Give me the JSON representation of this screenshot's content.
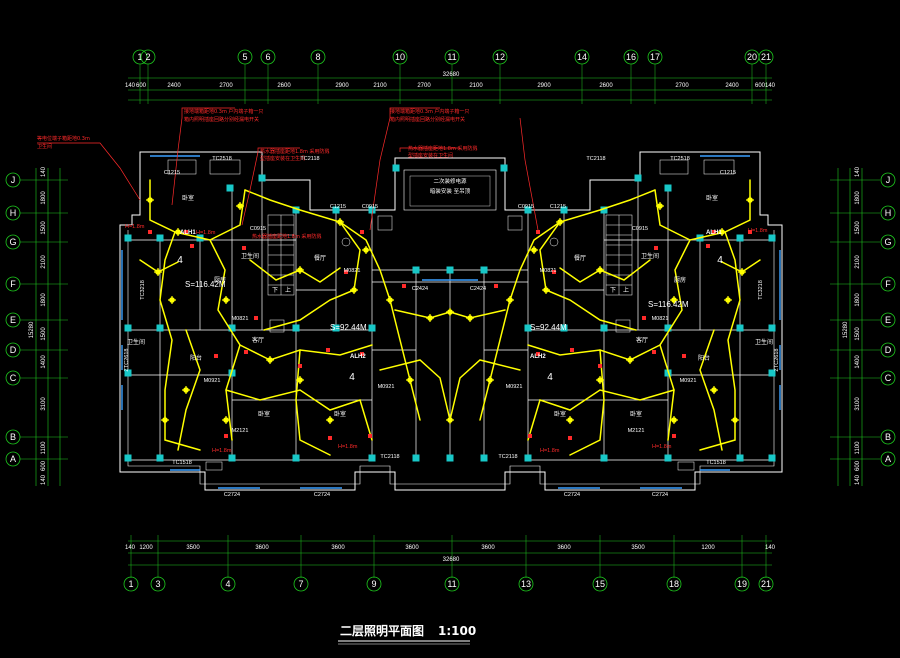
{
  "drawing": {
    "title": "二层照明平面图",
    "scale": "1:100"
  },
  "top_axes": [
    {
      "label": "1"
    },
    {
      "label": "2"
    },
    {
      "label": "5"
    },
    {
      "label": "6"
    },
    {
      "label": "8"
    },
    {
      "label": "10"
    },
    {
      "label": "11"
    },
    {
      "label": "12"
    },
    {
      "label": "14"
    },
    {
      "label": "16"
    },
    {
      "label": "17"
    },
    {
      "label": "20"
    },
    {
      "label": "21"
    }
  ],
  "top_dims": [
    "140",
    "600",
    "2400",
    "2700",
    "2600",
    "2900",
    "2100",
    "2700",
    "2100",
    "2900",
    "2600",
    "2700",
    "2400",
    "600",
    "140"
  ],
  "top_total": "32680",
  "bottom_axes": [
    {
      "label": "1"
    },
    {
      "label": "3"
    },
    {
      "label": "4"
    },
    {
      "label": "7"
    },
    {
      "label": "9"
    },
    {
      "label": "11"
    },
    {
      "label": "13"
    },
    {
      "label": "15"
    },
    {
      "label": "18"
    },
    {
      "label": "19"
    },
    {
      "label": "21"
    }
  ],
  "bottom_dims": [
    "140",
    "1200",
    "3500",
    "3600",
    "3600",
    "3600",
    "3600",
    "3600",
    "3500",
    "1200",
    "140"
  ],
  "bottom_total": "32680",
  "side_axes": [
    {
      "label": "J"
    },
    {
      "label": "H"
    },
    {
      "label": "G"
    },
    {
      "label": "F"
    },
    {
      "label": "E"
    },
    {
      "label": "D"
    },
    {
      "label": "C"
    },
    {
      "label": "B"
    },
    {
      "label": "A"
    }
  ],
  "side_dims": [
    "140",
    "1800",
    "1500",
    "2100",
    "1800",
    "1500",
    "1400",
    "3100",
    "1100",
    "600",
    "140"
  ],
  "side_total": "15280",
  "rooms": {
    "left": [
      {
        "name": "卧室"
      },
      {
        "name": "厨房"
      },
      {
        "name": "卫生间"
      },
      {
        "name": "餐厅"
      },
      {
        "name": "客厅"
      },
      {
        "name": "卧室"
      },
      {
        "name": "卧室"
      },
      {
        "name": "卫生间"
      },
      {
        "name": "阳台"
      }
    ],
    "right": [
      {
        "name": "卧室"
      },
      {
        "name": "厨房"
      },
      {
        "name": "卫生间"
      },
      {
        "name": "餐厅"
      },
      {
        "name": "客厅"
      },
      {
        "name": "卧室"
      },
      {
        "name": "卧室"
      },
      {
        "name": "卫生间"
      },
      {
        "name": "阳台"
      }
    ]
  },
  "stair_labels": [
    "下",
    "上",
    "下",
    "上"
  ],
  "area_labels": [
    "S=116.42M",
    "S=92.44M",
    "S=92.44M",
    "S=116.42M"
  ],
  "unit_numbers": [
    "4",
    "4",
    "4",
    "4"
  ],
  "panels": [
    "ALH1",
    "ALH2",
    "ALH2",
    "ALH1"
  ],
  "codes": {
    "c1215": "C1215",
    "c0915": "C0915",
    "c2424": "C2424",
    "c2724": "C2724",
    "tc2518": "TC2518",
    "tc2118": "TC2118",
    "tc1518": "TC1518",
    "tc3218": "TC3218",
    "m0821": "M0821",
    "m0921": "M0921",
    "m2121": "M2121",
    "ztc2618": "ZTC2618"
  },
  "notes": {
    "top_left_a": "接地端箱距地0.3m 户内端子箱一只",
    "top_left_b": "箱内照明插座回路分别经漏电开关",
    "top_mid_a": "热水器插座距地1.8m 采用防溅",
    "top_mid_b": "型插座安装在卫生间",
    "top_right_a": "接地端箱距地0.3m 户内端子箱一只",
    "top_right_b": "箱内照明插座回路分别经漏电开关",
    "top_center_a": "热水器插座距地1.8m 采用防溅",
    "top_center_b": "型插座安装在卫生间",
    "far_left_a": "等电位端子箱距地0.3m",
    "far_left_b": "卫生间",
    "center_box_a": "二次装修电源",
    "center_box_b": "暗装安装 至吊顶",
    "red_h": "H=1.8m"
  },
  "colors": {
    "wall": "#ffffff",
    "column": "#18c8c8",
    "wire": "#ffff00",
    "axis": "#1ec81e",
    "dim": "#1ec81e",
    "note": "#ff2a2a",
    "window": "#3aa0ff",
    "background": "#000000"
  }
}
